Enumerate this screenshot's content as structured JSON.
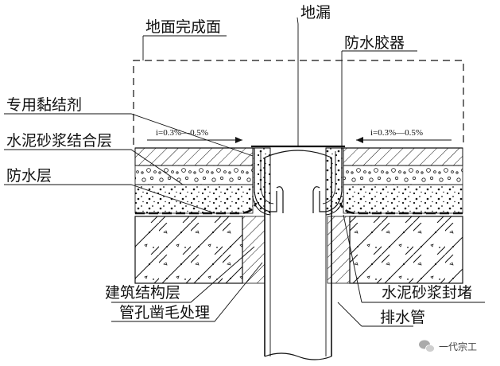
{
  "labels": {
    "floor_finish": "地面完成面",
    "floor_drain": "地漏",
    "waterproof_sealant": "防水胶器",
    "special_adhesive": "专用黏结剂",
    "cement_mortar_bond": "水泥砂浆结合层",
    "waterproof_layer": "防水层",
    "building_structure": "建筑结构层",
    "pipe_hole_roughening": "管孔凿毛处理",
    "cement_mortar_seal": "水泥砂浆封堵",
    "drain_pipe": "排水管"
  },
  "slopes": {
    "left": "i=0.3%—0.5%",
    "right": "i=0.3%—0.5%"
  },
  "watermark": {
    "text": "一代宗工",
    "icon": "wechat-icon"
  },
  "colors": {
    "line": "#111111",
    "background": "#ffffff"
  }
}
